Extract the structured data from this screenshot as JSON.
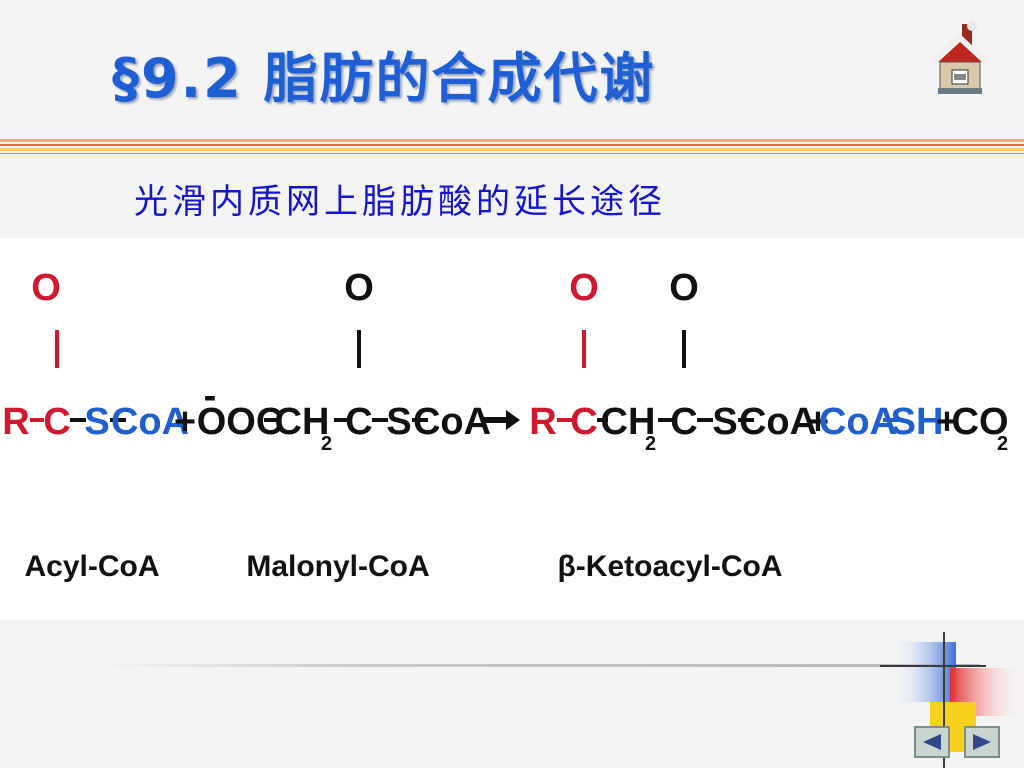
{
  "slide": {
    "title": "§9.2 脂肪的合成代谢",
    "subtitle": "光滑内质网上脂肪酸的延长途径"
  },
  "reaction": {
    "acyl_coa": {
      "r": "R",
      "c": "C",
      "o": "O",
      "s": "S",
      "coa": "CoA"
    },
    "plus_1": "+",
    "malonyl_coa": {
      "charge": "-",
      "ooc": "OOC",
      "ch": "CH",
      "sub2": "2",
      "c": "C",
      "o": "O",
      "s": "S",
      "coa": "CoA"
    },
    "arrow": "→",
    "ketoacyl_coa": {
      "r": "R",
      "c1": "C",
      "o1": "O",
      "ch": "CH",
      "sub2": "2",
      "c2": "C",
      "o2": "O",
      "s": "S",
      "coa": "CoA"
    },
    "plus_2": "+",
    "coa_sh": {
      "coa": "CoA",
      "sh": "SH"
    },
    "plus_3": "+",
    "co2": {
      "co": "CO",
      "sub2": "2"
    },
    "labels": {
      "acyl": "Acyl-CoA",
      "malonyl": "Malonyl-CoA",
      "ketoacyl": "β-Ketoacyl-CoA"
    }
  },
  "colors": {
    "title": "#1e5fd6",
    "subtitle": "#1414d0",
    "red": "#d01830",
    "blue": "#1f5fd0",
    "black": "#111111"
  },
  "icons": {
    "home": "house-icon",
    "prev": "triangle-left-icon",
    "next": "triangle-right-icon"
  }
}
